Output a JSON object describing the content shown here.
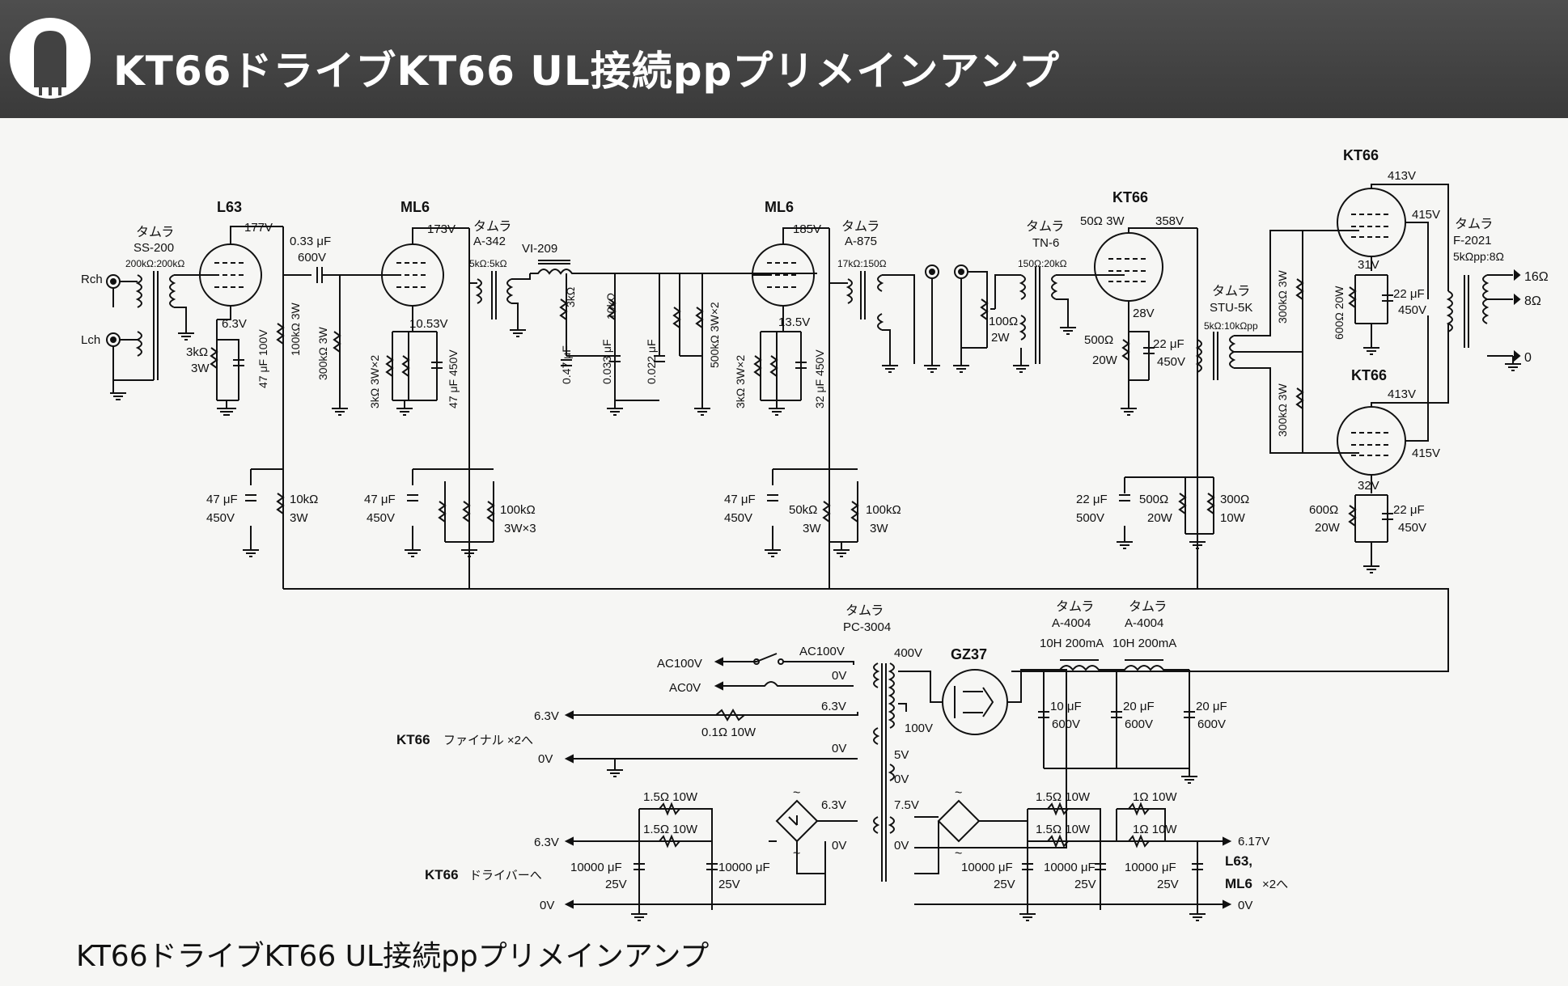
{
  "header": {
    "title": "KT66ドライブKT66 UL接続ppプリメインアンプ"
  },
  "caption": "KT66ドライブKT66 UL接続ppプリメインアンプ",
  "tubes": {
    "l63": "L63",
    "ml6_1": "ML6",
    "ml6_2": "ML6",
    "kt66_drv": "KT66",
    "kt66_top": "KT66",
    "kt66_bot": "KT66",
    "gz37": "GZ37"
  },
  "transformers": {
    "t1_maker": "タムラ",
    "t1_model": "SS-200",
    "t1_imp": "200kΩ:200kΩ",
    "t2_maker": "タムラ",
    "t2_model": "A-342",
    "t2_imp": "5kΩ:5kΩ",
    "filter": "VI-209",
    "t3_maker": "タムラ",
    "t3_model": "A-875",
    "t3_imp": "17kΩ:150Ω",
    "t4_maker": "タムラ",
    "t4_model": "TN-6",
    "t4_imp": "150Ω:20kΩ",
    "t5_maker": "タムラ",
    "t5_model": "STU-5K",
    "t5_imp": "5kΩ:10kΩpp",
    "t6_maker": "タムラ",
    "t6_model": "F-2021",
    "t6_imp": "5kΩpp:8Ω",
    "pt_maker": "タムラ",
    "pt_model": "PC-3004",
    "ch1_maker": "タムラ",
    "ch1_model": "A-4004",
    "ch1_spec": "10H 200mA",
    "ch2_maker": "タムラ",
    "ch2_model": "A-4004",
    "ch2_spec": "10H 200mA"
  },
  "inputs": {
    "rch": "Rch",
    "lch": "Lch"
  },
  "outputs": {
    "o16": "16Ω",
    "o8": "8Ω",
    "o0": "0"
  },
  "voltages": {
    "v177": "177V",
    "v173": "173V",
    "v185": "185V",
    "v358": "358V",
    "v413a": "413V",
    "v415a": "415V",
    "v31": "31V",
    "v413b": "413V",
    "v415b": "415V",
    "v32": "32V",
    "v28": "28V",
    "v63": "6.3V",
    "v1053": "10.53V",
    "v135": "13.5V"
  },
  "parts": {
    "c033a": "0.33 μF",
    "c033b": "600V",
    "r3k_a": "3kΩ",
    "r3k_b": "3W",
    "c47_100": "47 μF 100V",
    "r100k3w": "100kΩ 3W",
    "r300k3w": "300kΩ 3W",
    "r3k3wx2": "3kΩ 3W×2",
    "c47_450": "47 μF 450V",
    "r3k_f": "3kΩ",
    "r10k_f": "10kΩ",
    "c047": "0.47 μF",
    "c0033": "0.033 μF",
    "c0022": "0.022 μF",
    "r500k3wx2": "500kΩ 3W×2",
    "r3k3wx2b": "3kΩ 3W×2",
    "c32_450": "32 μF 450V",
    "r50_3w": "50Ω 3W",
    "r100_2w_a": "100Ω",
    "r100_2w_b": "2W",
    "r500_20w_a": "500Ω",
    "r500_20w_b": "20W",
    "c22_450a": "22 μF",
    "c22_450b": "450V",
    "r300k_top": "300kΩ 3W",
    "r300k_bot": "300kΩ 3W",
    "r600_20w_t": "600Ω 20W",
    "c22_t_a": "22 μF",
    "c22_t_b": "450V",
    "r600_b_a": "600Ω",
    "r600_b_b": "20W",
    "c22_b_a": "22 μF",
    "c22_b_b": "450V",
    "dc1_c_a": "47 μF",
    "dc1_c_b": "450V",
    "dc1_r_a": "10kΩ",
    "dc1_r_b": "3W",
    "dc2_c_a": "47 μF",
    "dc2_c_b": "450V",
    "dc2_r_a": "100kΩ",
    "dc2_r_b": "3W×3",
    "dc3_c_a": "47 μF",
    "dc3_c_b": "450V",
    "dc3_r_a": "50kΩ",
    "dc3_r_b": "3W",
    "dc3_r2_a": "100kΩ",
    "dc3_r2_b": "3W",
    "dc4_c_a": "22 μF",
    "dc4_c_b": "500V",
    "dc4_r_a": "500Ω",
    "dc4_r_b": "20W",
    "dc4_r2_a": "300Ω",
    "dc4_r2_b": "10W",
    "ps_c1_a": "10 μF",
    "ps_c1_b": "600V",
    "ps_c2_a": "20 μF",
    "ps_c2_b": "600V",
    "ps_c3_a": "20 μF",
    "ps_c3_b": "600V",
    "r01_10w": "0.1Ω 10W",
    "r15_10w_a": "1.5Ω 10W",
    "r15_10w_b": "1.5Ω 10W",
    "r15_10w_c": "1.5Ω 10W",
    "r15_10w_d": "1.5Ω 10W",
    "r1_10w_a": "1Ω 10W",
    "r1_10w_b": "1Ω 10W",
    "c10000_a1": "10000 μF",
    "c10000_a2": "25V",
    "c10000_b1": "10000 μF",
    "c10000_b2": "25V",
    "c10000_c1": "10000 μF",
    "c10000_c2": "25V",
    "c10000_d1": "10000 μF",
    "c10000_d2": "25V",
    "c10000_e1": "10000 μF",
    "c10000_e2": "25V"
  },
  "power": {
    "ac100v": "AC100V",
    "ac0v": "AC0V",
    "pt_ac100v": "AC100V",
    "pt_0v": "0V",
    "s400v": "400V",
    "s100v": "100V",
    "s63v": "6.3V",
    "s0v_a": "0V",
    "s5v": "5V",
    "s0v_b": "0V",
    "s63v_b": "6.3V",
    "s0v_c": "0V",
    "s75v": "7.5V",
    "s0v_d": "0V",
    "fin_63": "6.3V",
    "fin_0": "0V",
    "fin_label_a": "KT66",
    "fin_label_b": "ファイナル ×2へ",
    "drv_63": "6.3V",
    "drv_0": "0V",
    "drv_label_a": "KT66",
    "drv_label_b": "ドライバーへ",
    "out_617": "6.17V",
    "out_l63": "L63,",
    "out_ml6": "ML6",
    "out_x2": "×2へ",
    "out_0v": "0V",
    "ac1": "~",
    "ac2": "~",
    "ac3": "~",
    "ac4": "~"
  },
  "colors": {
    "header_bg": "#424242",
    "line": "#111111"
  }
}
